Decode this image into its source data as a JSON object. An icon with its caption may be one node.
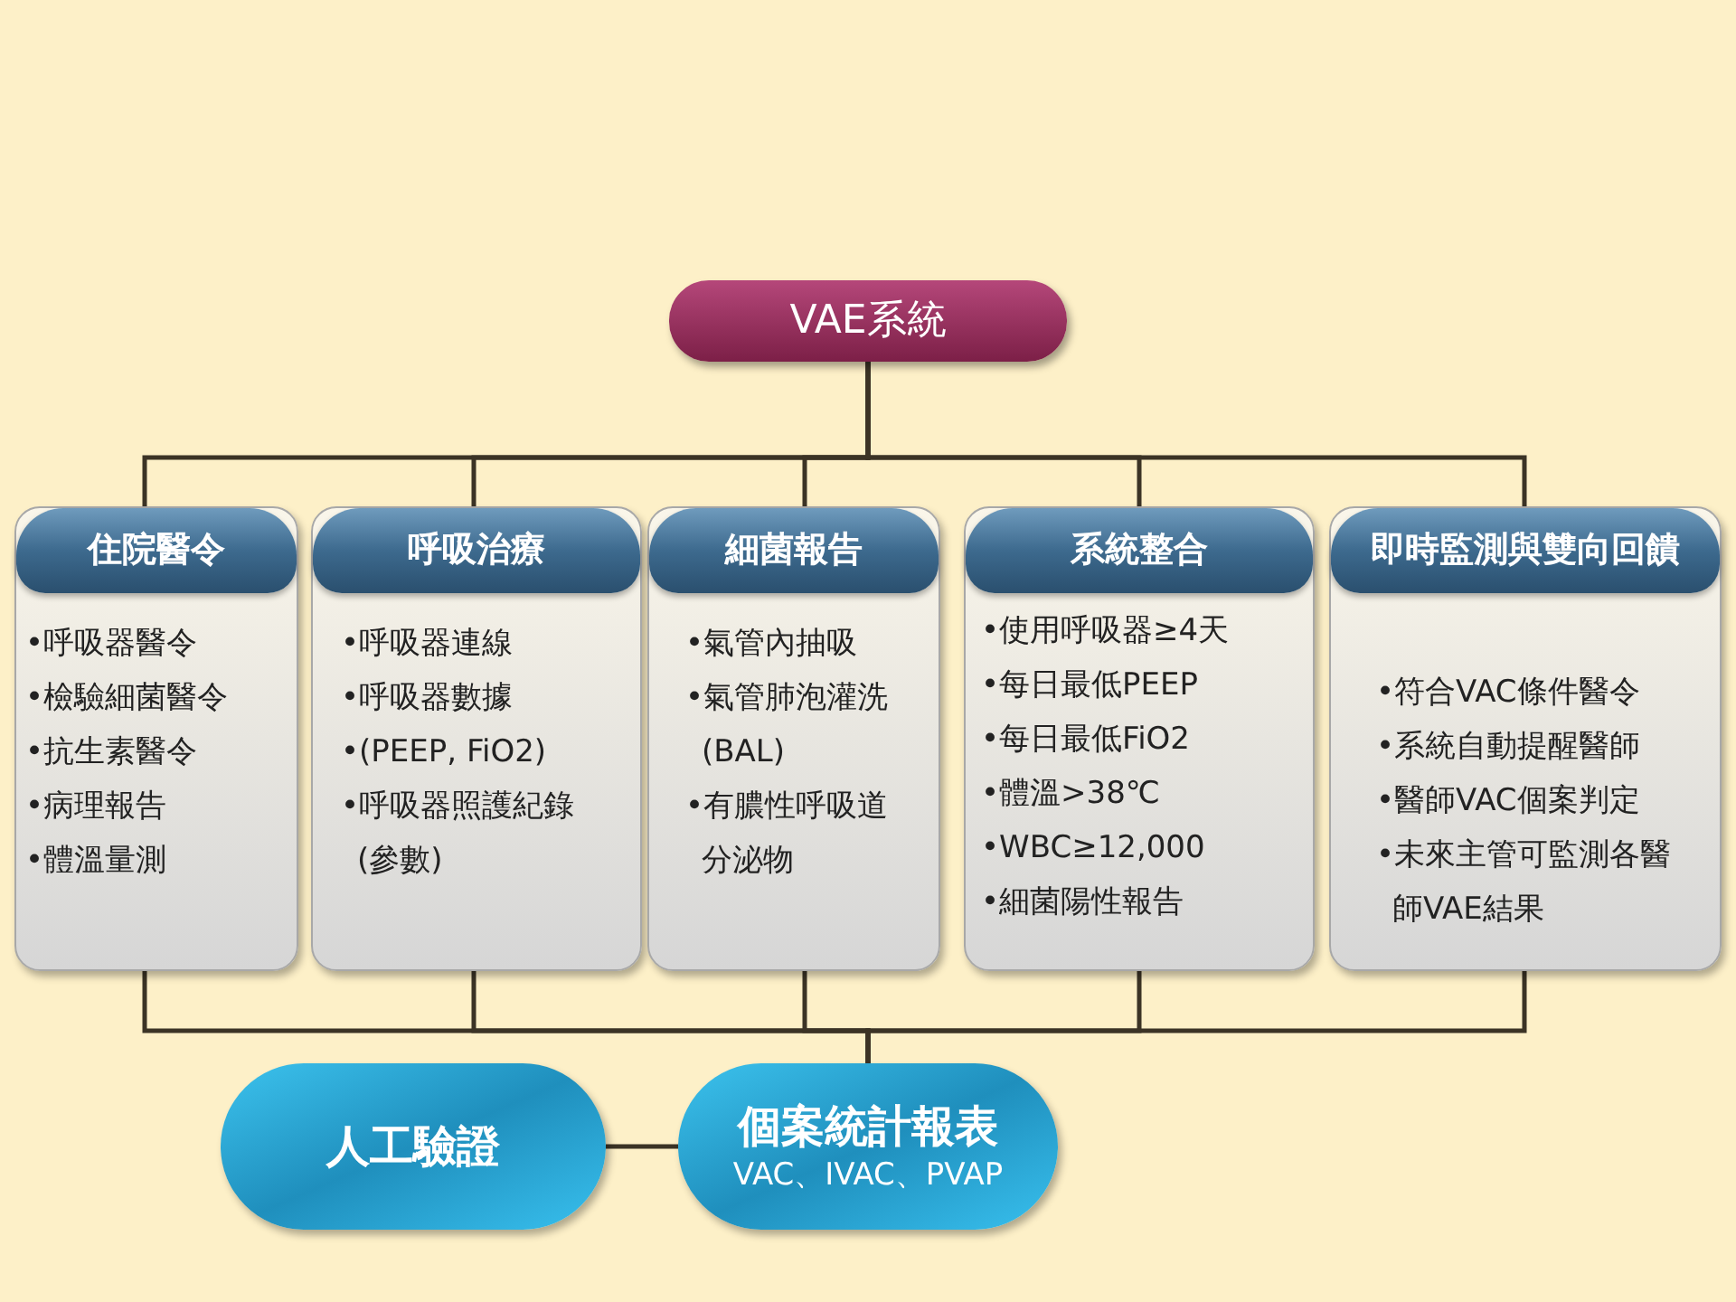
{
  "diagram": {
    "nodes": [
      {
        "text": [
          "VAE系統"
        ]
      },
      {
        "text": [
          "住院醫令",
          "•呼吸器醫令",
          "•檢驗細菌醫令",
          "•抗生素醫令",
          "•病理報告",
          "•體溫量測"
        ]
      },
      {
        "text": [
          "呼吸治療",
          "•呼吸器連線",
          "•呼吸器數據",
          "•(PEEP, FiO2)",
          "•呼吸器照護紀錄(參數)"
        ]
      },
      {
        "text": [
          "細菌報告",
          "•氣管內抽吸",
          "•氣管肺泡灌洗(BAL)",
          "•有膿性呼吸道分泌物"
        ]
      },
      {
        "text": [
          "系統整合",
          "•使用呼吸器≥4天",
          "•每日最低PEEP",
          "•每日最低FiO2",
          "•體溫>38℃",
          "•WBC≥12,000",
          "•細菌陽性報告"
        ]
      },
      {
        "text": [
          "即時監測與雙向回饋",
          "•符合VAC條件醫令",
          "•系統自動提醒醫師",
          "•醫師VAC個案判定",
          "•未來主管可監測各醫師VAE結果"
        ]
      },
      {
        "text": [
          "人工驗證"
        ]
      },
      {
        "text": [
          "個案統計報表",
          "VAC、IVAC、PVAP"
        ]
      }
    ],
    "edges": [
      {
        "from": 0,
        "to": 1,
        "arrow": "none"
      },
      {
        "from": 0,
        "to": 2,
        "arrow": "none"
      },
      {
        "from": 0,
        "to": 3,
        "arrow": "none"
      },
      {
        "from": 0,
        "to": 4,
        "arrow": "none"
      },
      {
        "from": 0,
        "to": 5,
        "arrow": "none"
      },
      {
        "from": 1,
        "to": 7,
        "arrow": "none"
      },
      {
        "from": 2,
        "to": 7,
        "arrow": "none"
      },
      {
        "from": 3,
        "to": 7,
        "arrow": "none"
      },
      {
        "from": 4,
        "to": 7,
        "arrow": "none"
      },
      {
        "from": 5,
        "to": 7,
        "arrow": "none"
      },
      {
        "from": 7,
        "to": 6,
        "arrow": "none"
      }
    ]
  }
}
